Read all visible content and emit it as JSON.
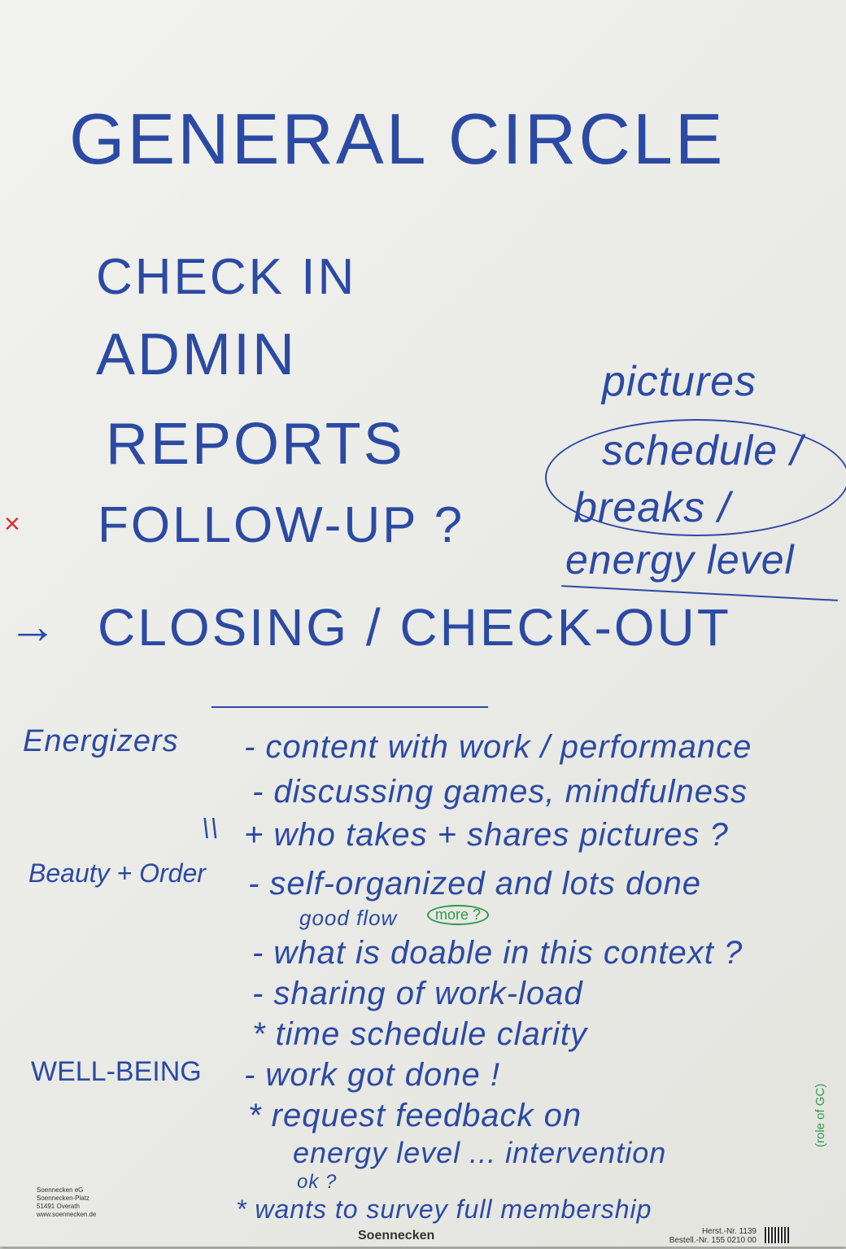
{
  "title": "GENERAL CIRCLE",
  "agenda": [
    "CHECK IN",
    "ADMIN",
    "REPORTS",
    "FOLLOW-UP ?",
    "CLOSING / CHECK-OUT"
  ],
  "side_notes": [
    "pictures",
    "schedule /",
    "breaks /",
    "energy level"
  ],
  "sections": [
    {
      "label": "Energizers",
      "items": [
        "- content with work / performance",
        "- discussing games, mindfulness",
        "+ who takes + shares pictures ?"
      ]
    },
    {
      "label": "Beauty + Order",
      "items": [
        "- self-organized and lots done",
        "good flow",
        "- what is doable in this context ?",
        "- sharing of work-load",
        "* time schedule clarity"
      ]
    },
    {
      "label": "WELL-BEING",
      "items": [
        "- work got done !",
        "* request feedback on",
        "energy level ... intervention",
        "ok ?",
        "* wants to survey full membership"
      ]
    }
  ],
  "green_notes": {
    "more": "more ?",
    "side": "(role of GC)"
  },
  "marks": {
    "x": "×",
    "arrow": "→",
    "ll": "\\\\"
  },
  "print": {
    "company": "Soennecken eG",
    "street": "Soennecken-Platz",
    "city": "51491 Overath",
    "web": "www.soennecken.de",
    "brand": "Soennecken",
    "herst": "Herst.-Nr. 1139",
    "bestell": "Bestell.-Nr. 155 0210 00"
  }
}
